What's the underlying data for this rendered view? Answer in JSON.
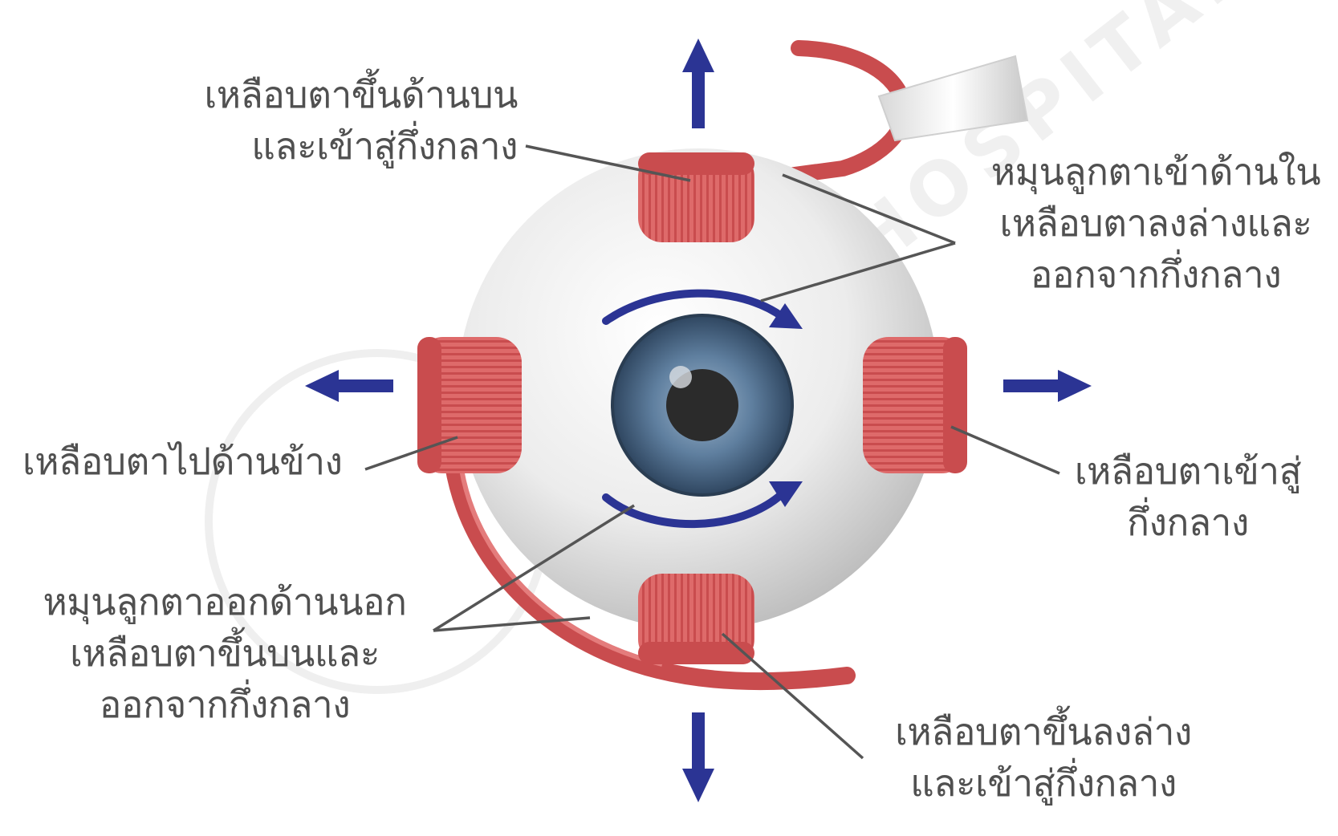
{
  "watermark": "ADAM HOSPITAL",
  "colors": {
    "arrow": "#2b3494",
    "muscle": "#d9595a",
    "muscle_dark": "#b83e41",
    "sclera": "#e9e9e9",
    "iris": "#4f6f8f",
    "pointer": "#555555",
    "text": "#505050"
  },
  "labels": {
    "top_left": [
      "เหลือบตาขึ้นด้านบน",
      "และเข้าสู่กึ่งกลาง"
    ],
    "top_right": [
      "หมุนลูกตาเข้าด้านใน",
      "เหลือบตาลงล่างและ",
      "ออกจากกึ่งกลาง"
    ],
    "left": [
      "เหลือบตาไปด้านข้าง"
    ],
    "right": [
      "เหลือบตาเข้าสู่",
      "กึ่งกลาง"
    ],
    "bottom_left": [
      "หมุนลูกตาออกด้านนอก",
      "เหลือบตาขึ้นบนและ",
      "ออกจากกึ่งกลาง"
    ],
    "bottom_right": [
      "เหลือบตาขึ้นลงล่าง",
      "และเข้าสู่กึ่งกลาง"
    ]
  },
  "icons": [
    "eyeball-icon",
    "arrow-up-icon",
    "arrow-down-icon",
    "arrow-left-icon",
    "arrow-right-icon",
    "rotate-clockwise-top-icon",
    "rotate-clockwise-bottom-icon"
  ]
}
